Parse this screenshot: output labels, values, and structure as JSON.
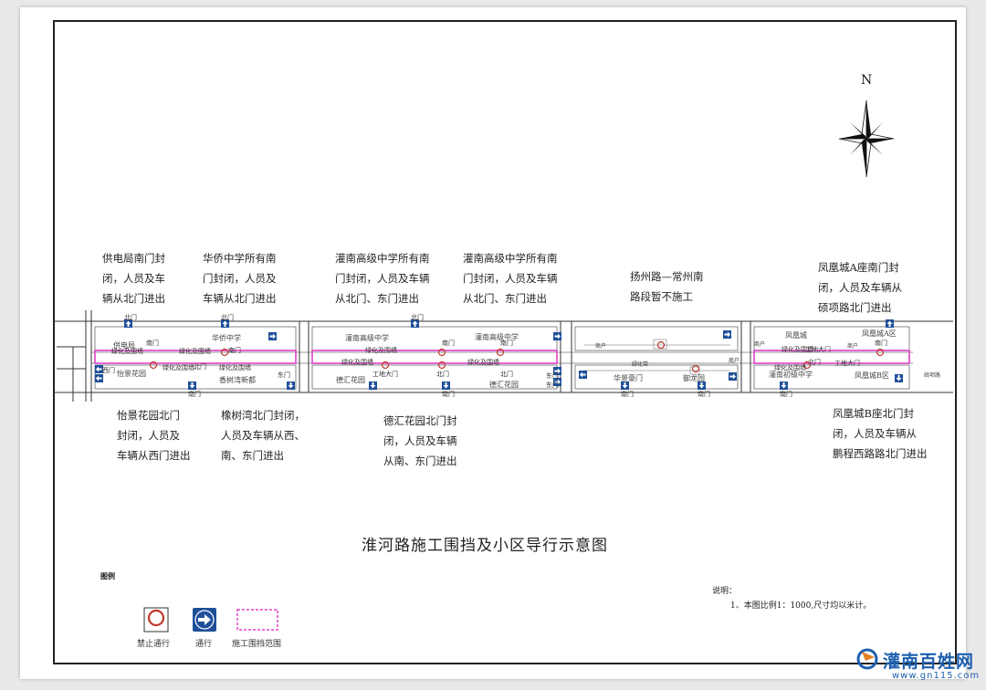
{
  "title": "淮河路施工围挡及小区导行示意图",
  "compass": {
    "label": "N"
  },
  "notes_top": [
    {
      "id": "gongdianju",
      "text": "供电局南门封\n闭，人员及车\n辆从北门进出"
    },
    {
      "id": "huaqiao",
      "text": "华侨中学所有南\n门封闭，人员及\n车辆从北门进出"
    },
    {
      "id": "guannan-1",
      "text": "灌南高级中学所有南\n门封闭，人员及车辆\n从北门、东门进出"
    },
    {
      "id": "guannan-2",
      "text": "灌南高级中学所有南\n门封闭，人员及车辆\n从北门、东门进出"
    },
    {
      "id": "yangzhou",
      "text": "扬州路—常州南\n路段暂不施工"
    },
    {
      "id": "fenghuang-a",
      "text": "凤凰城A座南门封\n闭，人员及车辆从\n硕项路北门进出"
    }
  ],
  "notes_bottom": [
    {
      "id": "yijing",
      "text": "怡景花园北门\n封闭，人员及\n车辆从西门进出"
    },
    {
      "id": "xiangshuwan",
      "text": "橡树湾北门封闭，\n人员及车辆从西、\n南、东门进出"
    },
    {
      "id": "dehui",
      "text": "德汇花园北门封\n闭，人员及车辆\n从南、东门进出"
    },
    {
      "id": "fenghuang-b",
      "text": "凤凰城B座北门封\n闭，人员及车辆从\n鹏程西路路北门进出"
    }
  ],
  "places": {
    "gongdianju": "供电局",
    "huaqiao": "华侨中学",
    "guannan_1": "灌南高级中学",
    "guannan_2": "灌南高级中学",
    "fenghuang": "凤凰城",
    "fenghuang_a": "凤凰城A区",
    "yijing": "怡景花园",
    "xiangshuwan": "香树湾新都",
    "dehui_1": "德汇花园",
    "dehui_2": "德汇花园",
    "huajing": "华景豪门",
    "yuanlongyuan": "御龙园",
    "guannan_junior": "灌南初级中学",
    "fenghuang_b": "凤凰城B区",
    "shuoxiang": "硕项路"
  },
  "map_labels": {
    "south_gate": "南门",
    "north_gate": "北门",
    "east_gate": "东门",
    "west_gate": "西门",
    "green_fence": "绿化及围墙",
    "shop": "商户",
    "construction_gate": "工地大门",
    "green_belt": "绿化带"
  },
  "legend": {
    "title": "图例",
    "items": [
      {
        "id": "no-entry",
        "label": "禁止通行",
        "icon": "no-entry-icon",
        "color": "#c0392b"
      },
      {
        "id": "pass",
        "label": "通行",
        "icon": "arrow-right-icon",
        "color": "#1f4f99"
      },
      {
        "id": "fence",
        "label": "施工围挡范围",
        "icon": "fence-range-icon",
        "color": "#e040c8"
      }
    ]
  },
  "explanation": {
    "heading": "说明：",
    "lines": [
      "1、本图比例1：1000,尺寸均以米计。"
    ]
  },
  "watermark": {
    "brand": "灌南百姓网",
    "url": "www.gn115.com"
  },
  "colors": {
    "fence": "#e040c8",
    "pass_sign": "#1f4f99",
    "no_entry": "#c0392b"
  }
}
